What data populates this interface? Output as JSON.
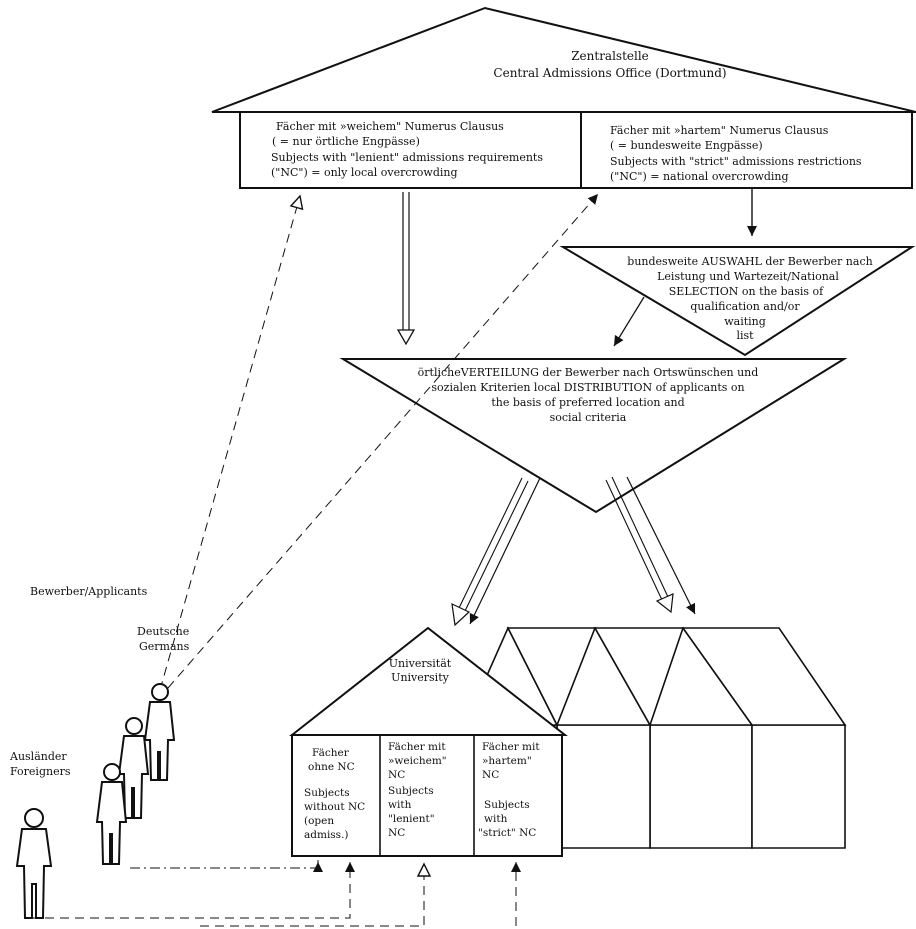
{
  "central_office": {
    "title_de": "Zentralstelle",
    "title_en": "Central Admissions Office (Dortmund)"
  },
  "soft_nc_box": {
    "line1": "Fächer mit »weichem\" Numerus Clausus",
    "line2": "( = nur örtliche Engpässe)",
    "line3": "Subjects with \"lenient\" admissions requirements",
    "line4": "(\"NC\") = only local overcrowding"
  },
  "hard_nc_box": {
    "line1": "Fächer mit »hartem\" Numerus Clausus",
    "line2": "( = bundesweite Engpässe)",
    "line3": "Subjects with \"strict\" admissions restrictions",
    "line4": "(\"NC\") = national overcrowding"
  },
  "national_selection": {
    "line1": "bundesweite AUSWAHL der Bewerber nach",
    "line2": "Leistung und Wartezeit/National",
    "line3": "SELECTION on the basis of",
    "line4": "qualification and/or",
    "line5": "waiting",
    "line6": "list"
  },
  "local_distribution": {
    "line1": "örtlicheVERTEILUNG der Bewerber nach Ortswünschen und",
    "line2": "sozialen Kriterien local DISTRIBUTION of applicants on",
    "line3": "the basis of preferred location and",
    "line4": "social criteria"
  },
  "applicants": {
    "label": "Bewerber/Applicants",
    "germans_de": "Deutsche",
    "germans_en": "Germans",
    "foreigners_de": "Ausländer",
    "foreigners_en": "Foreigners"
  },
  "university": {
    "name_de": "Universität",
    "name_en": "University",
    "col1": [
      "Fächer",
      "ohne NC",
      "",
      "Subjects",
      "without NC",
      "(open",
      "admiss.)"
    ],
    "col2": [
      "Fächer mit",
      "»weichem\"",
      "NC",
      "Subjects",
      "with",
      "\"lenient\"",
      "NC"
    ],
    "col3": [
      "Fächer mit",
      "»hartem\"",
      "NC",
      "",
      "Subjects",
      "with",
      "\"strict\" NC"
    ]
  }
}
